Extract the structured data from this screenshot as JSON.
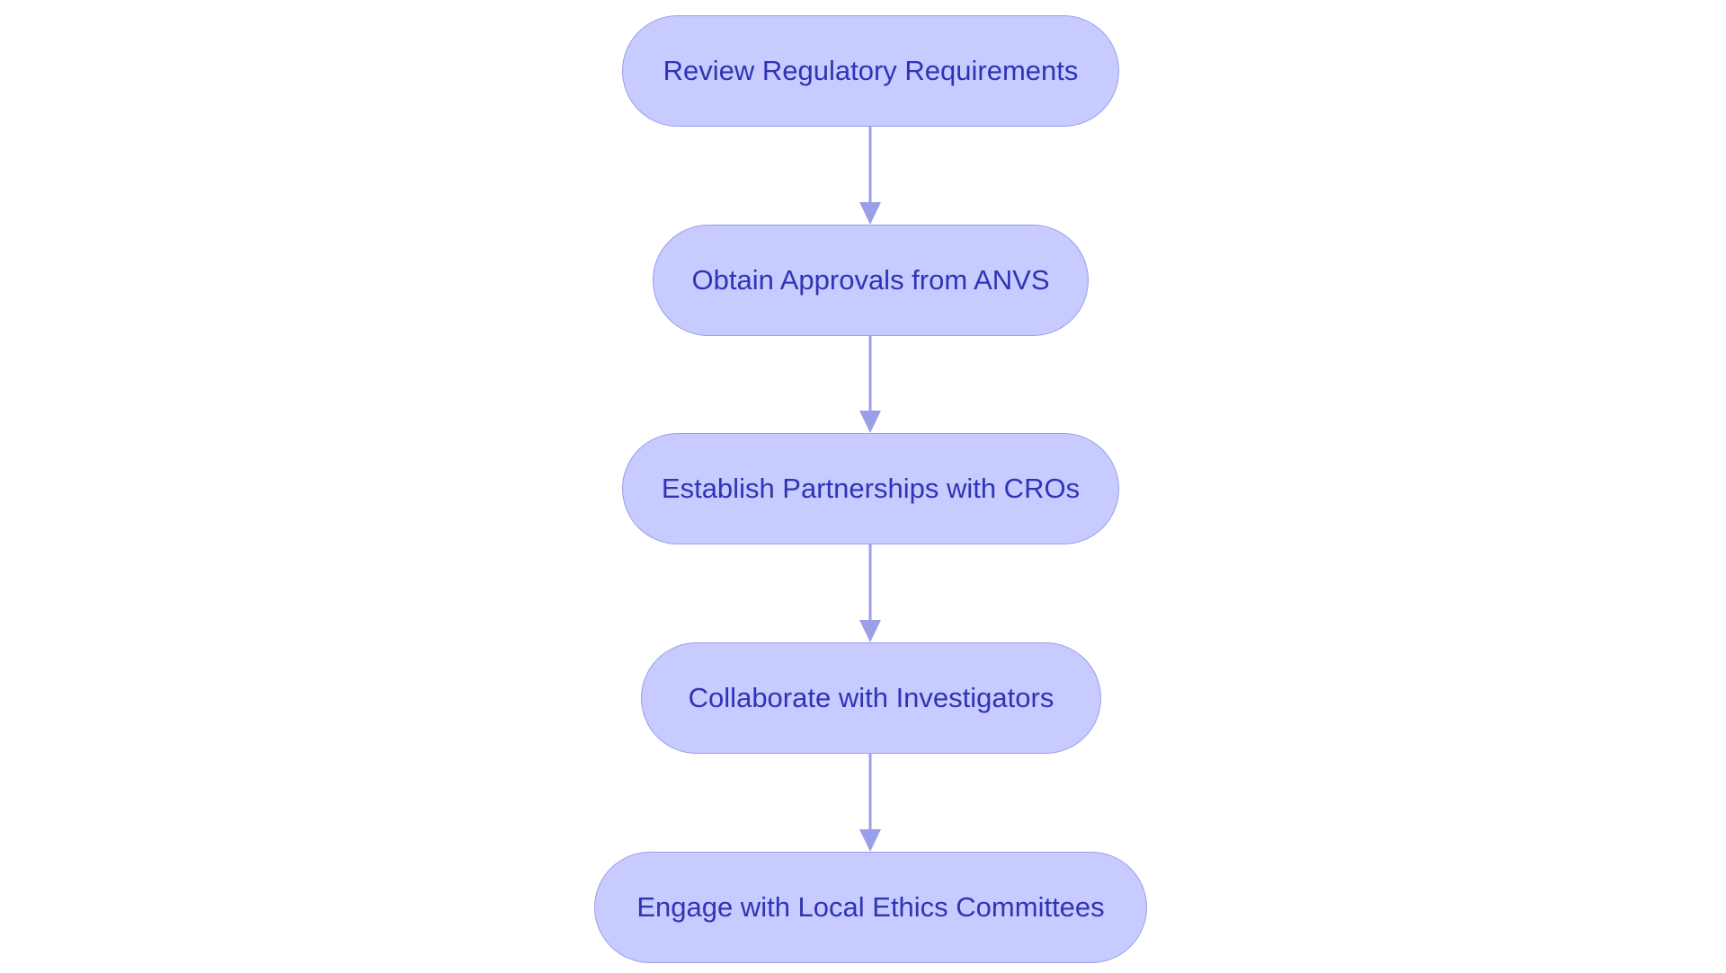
{
  "diagram": {
    "type": "flowchart",
    "direction": "top-to-bottom",
    "colors": {
      "node_fill": "#c8cbff",
      "node_border": "#9a9fe8",
      "node_text": "#2f34b5",
      "edge": "#9a9fe8"
    },
    "nodes": [
      {
        "id": "step-1",
        "label": "Review Regulatory Requirements"
      },
      {
        "id": "step-2",
        "label": "Obtain Approvals from ANVS"
      },
      {
        "id": "step-3",
        "label": "Establish Partnerships with CROs"
      },
      {
        "id": "step-4",
        "label": "Collaborate with Investigators"
      },
      {
        "id": "step-5",
        "label": "Engage with Local Ethics Committees"
      }
    ],
    "edges": [
      {
        "from": "step-1",
        "to": "step-2"
      },
      {
        "from": "step-2",
        "to": "step-3"
      },
      {
        "from": "step-3",
        "to": "step-4"
      },
      {
        "from": "step-4",
        "to": "step-5"
      }
    ]
  }
}
